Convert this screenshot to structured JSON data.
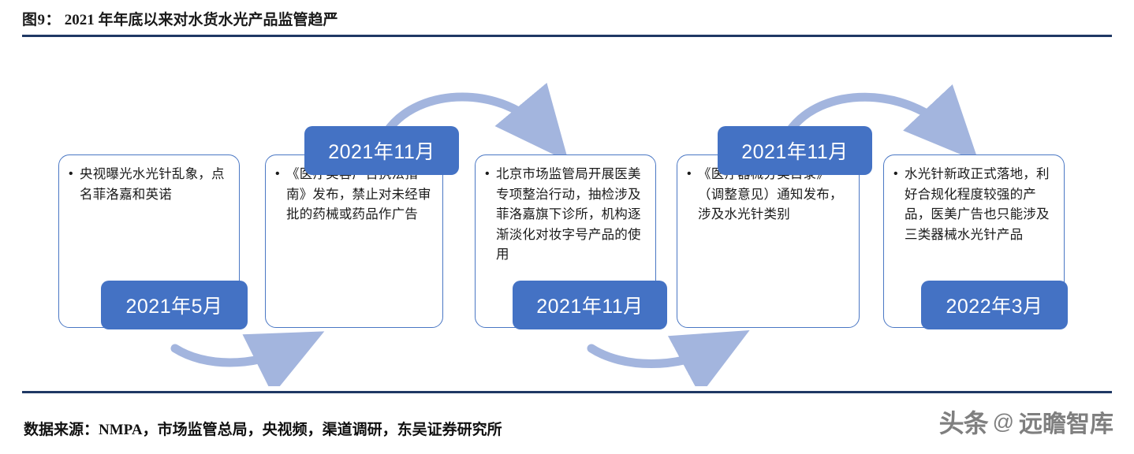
{
  "title": {
    "figure_no": "图9：",
    "text": "2021 年年底以来对水货水光产品监管趋严"
  },
  "source": {
    "text": "数据来源：NMPA，市场监管总局，央视频，渠道调研，东吴证券研究所"
  },
  "watermark": {
    "logo": "头条",
    "at": "@",
    "name": "远瞻智库"
  },
  "colors": {
    "accent": "#4472c4",
    "card_border": "#4a77c4",
    "rule": "#1f3864",
    "arrow": "#a3b5de",
    "watermark": "#7f7f7f"
  },
  "timeline": {
    "cards": [
      {
        "id": "card-1",
        "text": "央视曝光水光针乱象，点名菲洛嘉和英诺"
      },
      {
        "id": "card-2",
        "text": "《医疗美容广告执法指南》发布，禁止对未经审批的药械或药品作广告"
      },
      {
        "id": "card-3",
        "text": "北京市场监管局开展医美专项整治行动，抽检涉及菲洛嘉旗下诊所，机构逐渐淡化对妆字号产品的使用"
      },
      {
        "id": "card-4",
        "text": "《医疗器械分类目录》（调整意见）通知发布，涉及水光针类别"
      },
      {
        "id": "card-5",
        "text": "水光针新政正式落地，利好合规化程度较强的产品，医美广告也只能涉及三类器械水光针产品"
      }
    ],
    "chips": [
      {
        "id": "chip-1",
        "label": "2021年5月"
      },
      {
        "id": "chip-2",
        "label": "2021年11月"
      },
      {
        "id": "chip-3",
        "label": "2021年11月"
      },
      {
        "id": "chip-4",
        "label": "2021年11月"
      },
      {
        "id": "chip-5",
        "label": "2022年3月"
      }
    ]
  }
}
